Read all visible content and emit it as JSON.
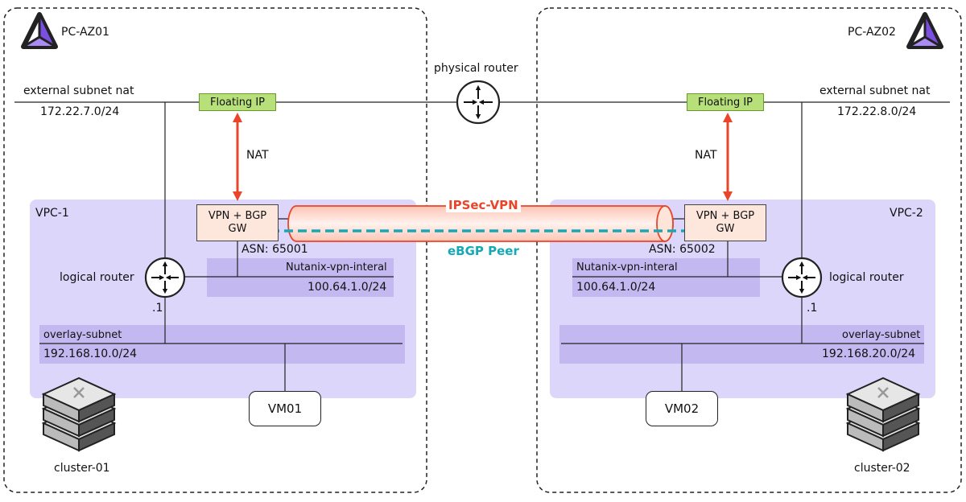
{
  "zones": [
    {
      "name": "PC-AZ01",
      "icon": "prism-central-logo-icon"
    },
    {
      "name": "PC-AZ02",
      "icon": "prism-central-logo-icon"
    }
  ],
  "physical_router": {
    "label": "physical router",
    "icon": "router-icon"
  },
  "external_subnets": [
    {
      "label": "external subnet nat",
      "cidr": "172.22.7.0/24"
    },
    {
      "label": "external subnet nat",
      "cidr": "172.22.8.0/24"
    }
  ],
  "floating_ips": [
    "Floating IP",
    "Floating IP"
  ],
  "nat_labels": [
    "NAT",
    "NAT"
  ],
  "vpcs": [
    {
      "name": "VPC-1",
      "gateway": {
        "line1": "VPN + BGP",
        "line2": "GW",
        "asn": "ASN: 65001"
      },
      "vpn_subnet": {
        "name": "Nutanix-vpn-interal",
        "cidr": "100.64.1.0/24"
      },
      "logical_router": {
        "label": "logical router",
        "ip": ".1"
      },
      "overlay_subnet": {
        "name": "overlay-subnet",
        "cidr": "192.168.10.0/24"
      },
      "vm": "VM01",
      "cluster": "cluster-01"
    },
    {
      "name": "VPC-2",
      "gateway": {
        "line1": "VPN + BGP",
        "line2": "GW",
        "asn": "ASN: 65002"
      },
      "vpn_subnet": {
        "name": "Nutanix-vpn-interal",
        "cidr": "100.64.1.0/24"
      },
      "logical_router": {
        "label": "logical router",
        "ip": ".1"
      },
      "overlay_subnet": {
        "name": "overlay-subnet",
        "cidr": "192.168.20.0/24"
      },
      "vm": "VM02",
      "cluster": "cluster-02"
    }
  ],
  "tunnel": {
    "label": "IPSec-VPN"
  },
  "peering": {
    "label": "eBGP Peer"
  },
  "colors": {
    "vpc_fill": "#dcd6fb",
    "subnet_fill": "#c4b8f0",
    "floating_ip_fill": "#b8e07a",
    "gateway_fill": "#fde6dc",
    "nat_arrow": "#e8452a",
    "ipsec_tunnel": "#e8452a",
    "ebgp_arrow": "#17a8b6",
    "logo": "#7b4fe0"
  }
}
